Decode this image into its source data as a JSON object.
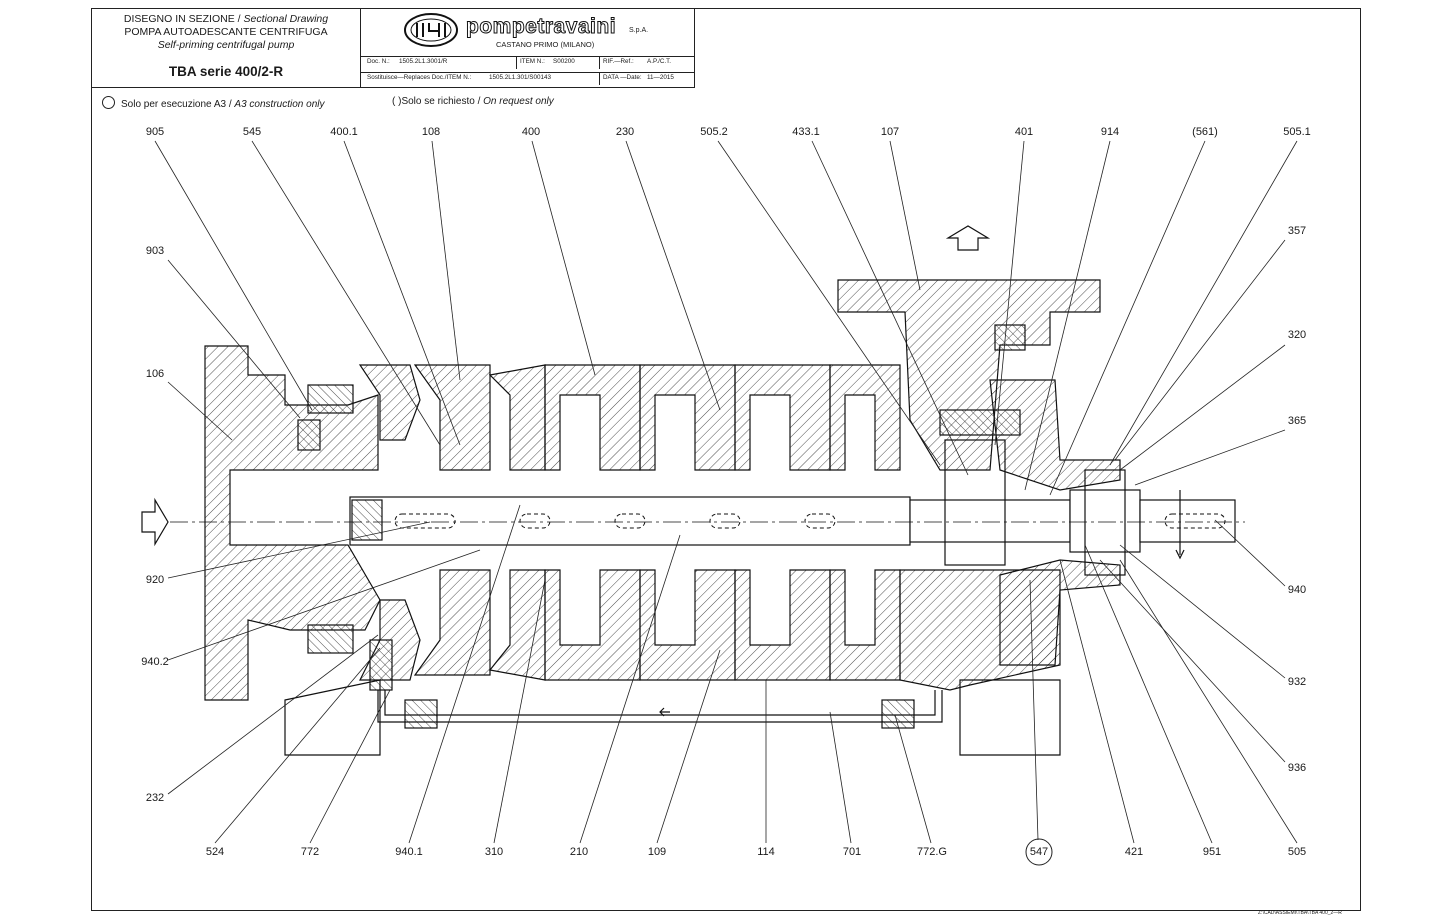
{
  "title_block": {
    "line1_it": "DISEGNO IN SEZIONE / ",
    "line1_en": "Sectional Drawing",
    "line2": "POMPA AUTOADESCANTE CENTRIFUGA",
    "line3": "Self-priming centrifugal pump",
    "model": "TBA serie 400/2-R",
    "brand": "pompetravaini",
    "brand_suffix": "S.p.A.",
    "location": "CASTANO PRIMO  (MILANO)",
    "doc_label": "Doc.  N.:",
    "doc_value": "1505.2L1.3001/R",
    "item_label": "ITEM  N.:",
    "item_value": "S00200",
    "ref_label": "RIF.—Ref.:",
    "ref_value": "A.P./C.T.",
    "replaces_label": "Sostituisce—Replaces  Doc./ITEM  N.:",
    "replaces_value": "1505.2L1.301/S00143",
    "date_label": "DATA —Date:",
    "date_value": "11—2015"
  },
  "notes": {
    "a3_it": "Solo per esecuzione A3 / ",
    "a3_en": "A3 construction only",
    "req_it": "( )Solo se richiesto / ",
    "req_en": "On request only"
  },
  "callouts_top": [
    "905",
    "545",
    "400.1",
    "108",
    "400",
    "230",
    "505.2",
    "433.1",
    "107",
    "401",
    "914",
    "(561)",
    "505.1"
  ],
  "callouts_left": [
    "903",
    "106",
    "920",
    "940.2",
    "232"
  ],
  "callouts_right": [
    "357",
    "320",
    "365",
    "940",
    "932",
    "936"
  ],
  "callouts_bottom": [
    "524",
    "772",
    "940.1",
    "310",
    "210",
    "109",
    "114",
    "701",
    "772.G",
    "547",
    "421",
    "951",
    "505"
  ],
  "file_path": "Z:\\CAD\\ASSIEMI\\TBA\\TBA 400_2—R"
}
